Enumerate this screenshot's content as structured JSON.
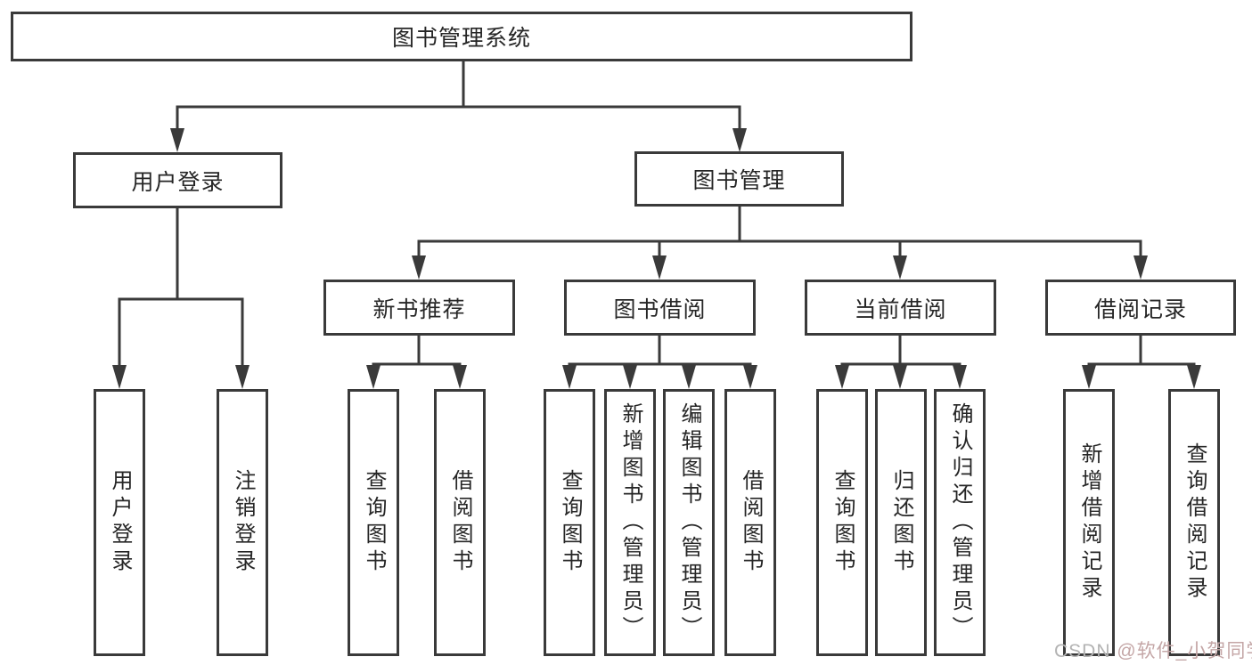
{
  "diagram_title": "图书管理系统",
  "nodes": {
    "root": "图书管理系统",
    "user_login": "用户登录",
    "book_mgmt": "图书管理",
    "new_book": "新书推荐",
    "borrow": "图书借阅",
    "current": "当前借阅",
    "records": "借阅记录",
    "leaf_login": "用户登录",
    "leaf_logout": "注销登录",
    "leaf_nb_query": "查询图书",
    "leaf_nb_borrow": "借阅图书",
    "leaf_bw_query": "查询图书",
    "leaf_bw_add": "新增图书（管理员）",
    "leaf_bw_edit": "编辑图书（管理员）",
    "leaf_bw_borrow": "借阅图书",
    "leaf_cu_query": "查询图书",
    "leaf_cu_return": "归还图书",
    "leaf_cu_confirm": "确认归还（管理员）",
    "leaf_re_add": "新增借阅记录",
    "leaf_re_query": "查询借阅记录"
  },
  "watermark": {
    "brand": "CSDN ",
    "author": "@软件_小贺同学"
  },
  "colors": {
    "line": "#3a3a3a",
    "box_border": "#3a3a3a",
    "text": "#262626",
    "background": "#ffffff",
    "watermark_brand": "#b3b3b3",
    "watermark_author": "#c4a6a6"
  }
}
